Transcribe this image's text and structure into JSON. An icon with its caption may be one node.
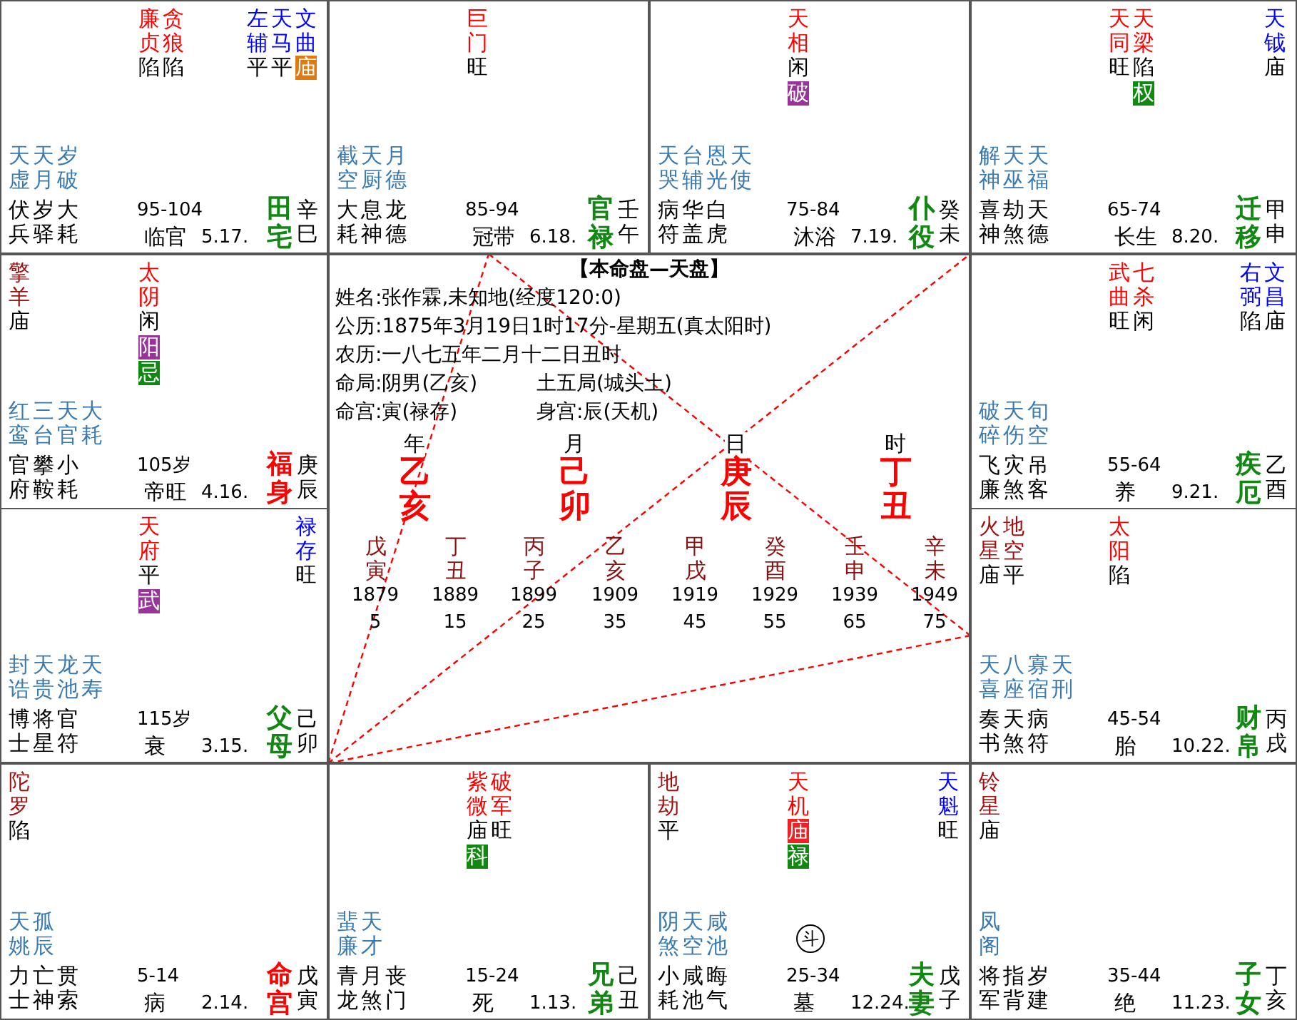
{
  "diagram": {
    "nodes": [
      {
        "text": [
          "廉贞",
          "陷",
          "贪狼",
          "陷",
          "左辅",
          "平",
          "天马",
          "平",
          "文曲",
          "庙",
          "天虚",
          "天月",
          "岁破",
          "伏兵",
          "岁驿",
          "大耗",
          "95-104",
          "临官",
          "5.17.",
          "田宅",
          "辛巳"
        ]
      },
      {
        "text": [
          "巨门",
          "旺",
          "截空",
          "天厨",
          "月德",
          "大耗",
          "息神",
          "龙德",
          "85-94",
          "冠带",
          "6.18.",
          "官禄",
          "壬午"
        ]
      },
      {
        "text": [
          "天相",
          "闲",
          "破",
          "天哭",
          "台辅",
          "恩光",
          "天使",
          "病符",
          "华盖",
          "白虎",
          "75-84",
          "沐浴",
          "7.19.",
          "仆役",
          "癸未"
        ]
      },
      {
        "text": [
          "天同",
          "旺",
          "天梁",
          "陷",
          "权",
          "天钺",
          "庙",
          "解神",
          "天巫",
          "天福",
          "喜神",
          "劫煞",
          "天德",
          "65-74",
          "长生",
          "8.20.",
          "迁移",
          "甲申"
        ]
      },
      {
        "text": [
          "擎羊",
          "庙",
          "太阴",
          "闲",
          "阳",
          "忌",
          "红鸾",
          "三台",
          "天官",
          "大耗",
          "官府",
          "攀鞍",
          "小耗",
          "105岁",
          "帝旺",
          "4.16.",
          "福身",
          "庚辰"
        ]
      },
      {
        "text": [
          "武曲",
          "旺",
          "七杀",
          "闲",
          "右弼",
          "陷",
          "文昌",
          "庙",
          "破碎",
          "天伤",
          "旬空",
          "飞廉",
          "灾煞",
          "吊客",
          "55-64",
          "养",
          "9.21.",
          "疾厄",
          "乙酉"
        ]
      },
      {
        "text": [
          "天府",
          "平",
          "武",
          "禄存",
          "旺",
          "封诰",
          "天贵",
          "龙池",
          "天寿",
          "博士",
          "将星",
          "官符",
          "115岁",
          "衰",
          "3.15.",
          "父母",
          "己卯"
        ]
      },
      {
        "text": [
          "火星",
          "庙",
          "地空",
          "平",
          "太阳",
          "陷",
          "天喜",
          "八座",
          "寡宿",
          "天刑",
          "奏书",
          "天煞",
          "病符",
          "45-54",
          "胎",
          "10.22.",
          "财帛",
          "丙戌"
        ]
      },
      {
        "text": [
          "陀罗",
          "陷",
          "天姚",
          "孤辰",
          "力士",
          "亡神",
          "贯索",
          "5-14",
          "病",
          "2.14.",
          "命宫",
          "戊寅"
        ]
      },
      {
        "text": [
          "紫微",
          "庙",
          "科",
          "破军",
          "旺",
          "蜚廉",
          "天才",
          "青龙",
          "月煞",
          "丧门",
          "15-24",
          "死",
          "1.13.",
          "兄弟",
          "己丑"
        ]
      },
      {
        "text": [
          "地劫",
          "平",
          "天机",
          "庙",
          "禄",
          "天魁",
          "旺",
          "阴煞",
          "天空",
          "咸池",
          "小耗",
          "咸池",
          "晦气",
          "斗",
          "25-34",
          "墓",
          "12.24.",
          "夫妻",
          "戊子"
        ]
      },
      {
        "text": [
          "铃星",
          "庙",
          "凤阁",
          "将军",
          "指背",
          "岁建",
          "35-44",
          "绝",
          "11.23.",
          "子女",
          "丁亥"
        ]
      }
    ],
    "edges": [
      {
        "from": 8,
        "to": 1,
        "arrow": "none",
        "style": "dashed",
        "color": "#ff0000"
      },
      {
        "from": 8,
        "to": 3,
        "arrow": "none",
        "style": "dashed",
        "color": "#ff0000"
      },
      {
        "from": 8,
        "to": 7,
        "arrow": "none",
        "style": "dashed",
        "color": "#ff0000"
      },
      {
        "from": 1,
        "to": 7,
        "arrow": "none",
        "style": "dashed",
        "color": "#ff0000"
      }
    ],
    "labels": [
      "【本命盘—天盘】",
      "姓名:张作霖,未知地(经度120:0)",
      "公历:1875年3月19日1时17分-星期五(真太阳时)",
      "农历:一八七五年二月十二日丑时",
      "命局:阴男(乙亥)",
      "土五局(城头土)",
      "命宫:寅(禄存)",
      "身宫:辰(天机)",
      "年",
      "乙亥",
      "月",
      "己卯",
      "日",
      "庚辰",
      "时",
      "丁丑",
      "戊寅",
      "1879",
      "5",
      "丁丑",
      "1889",
      "15",
      "丙子",
      "1899",
      "25",
      "乙亥",
      "1909",
      "35",
      "甲戌",
      "1919",
      "45",
      "癸酉",
      "1929",
      "55",
      "壬申",
      "1939",
      "65",
      "辛未",
      "1949",
      "75"
    ]
  }
}
